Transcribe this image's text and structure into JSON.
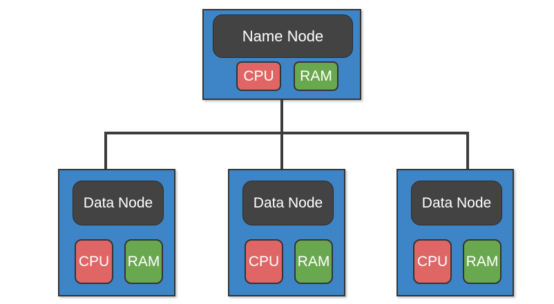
{
  "diagram": {
    "name_node": {
      "label": "Name Node",
      "cpu_label": "CPU",
      "ram_label": "RAM"
    },
    "data_nodes": [
      {
        "label": "Data Node",
        "cpu_label": "CPU",
        "ram_label": "RAM"
      },
      {
        "label": "Data Node",
        "cpu_label": "CPU",
        "ram_label": "RAM"
      },
      {
        "label": "Data Node",
        "cpu_label": "CPU",
        "ram_label": "RAM"
      }
    ],
    "colors": {
      "node_fill": "#3d85c6",
      "label_fill": "#434343",
      "cpu_fill": "#e06666",
      "ram_fill": "#6aa84f",
      "connector": "#3d3d3d",
      "text": "#ffffff"
    }
  }
}
